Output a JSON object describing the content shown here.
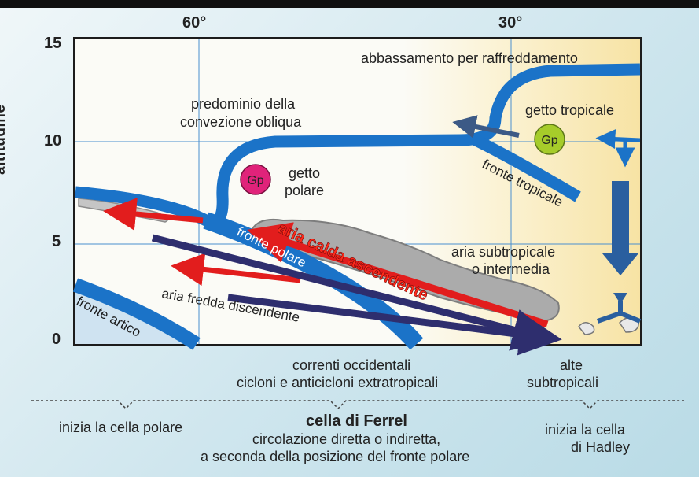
{
  "axis": {
    "ylabel": "altitudine",
    "yticks": [
      "15",
      "10",
      "5",
      "0"
    ],
    "xticks": [
      "60°",
      "30°"
    ]
  },
  "labels": {
    "cooling": "abbassamento per raffreddamento",
    "oblique_1": "predominio della",
    "oblique_2": "convezione obliqua",
    "tropical_jet": "getto tropicale",
    "polar_jet_1": "getto",
    "polar_jet_2": "polare",
    "tropical_front": "fronte tropicale",
    "polar_front": "fronte polare",
    "arctic_front": "fronte artico",
    "warm_air": "aria calda ascendente",
    "cold_air": "aria fredda discendente",
    "subtrop_1": "aria subtropicale",
    "subtrop_2": "o intermedia",
    "gp": "Gp"
  },
  "bottom": {
    "currents_1": "correnti occidentali",
    "currents_2": "cicloni e anticicloni extratropicali",
    "high_1": "alte",
    "high_2": "subtropicali",
    "polar_cell": "inizia la cella polare",
    "ferrel_title": "cella di Ferrel",
    "ferrel_1": "circolazione diretta o indiretta,",
    "ferrel_2": "a seconda della posizione del fronte polare",
    "hadley_1": "inizia la cella",
    "hadley_2": "di Hadley"
  },
  "colors": {
    "front_blue": "#1b73c8",
    "red_arrow": "#e21d1d",
    "navy_arrow": "#2e2e6e",
    "polar_jet": "#e0237a",
    "tropical_jet": "#a6cc2a",
    "cloud": "#a9a9a9"
  }
}
